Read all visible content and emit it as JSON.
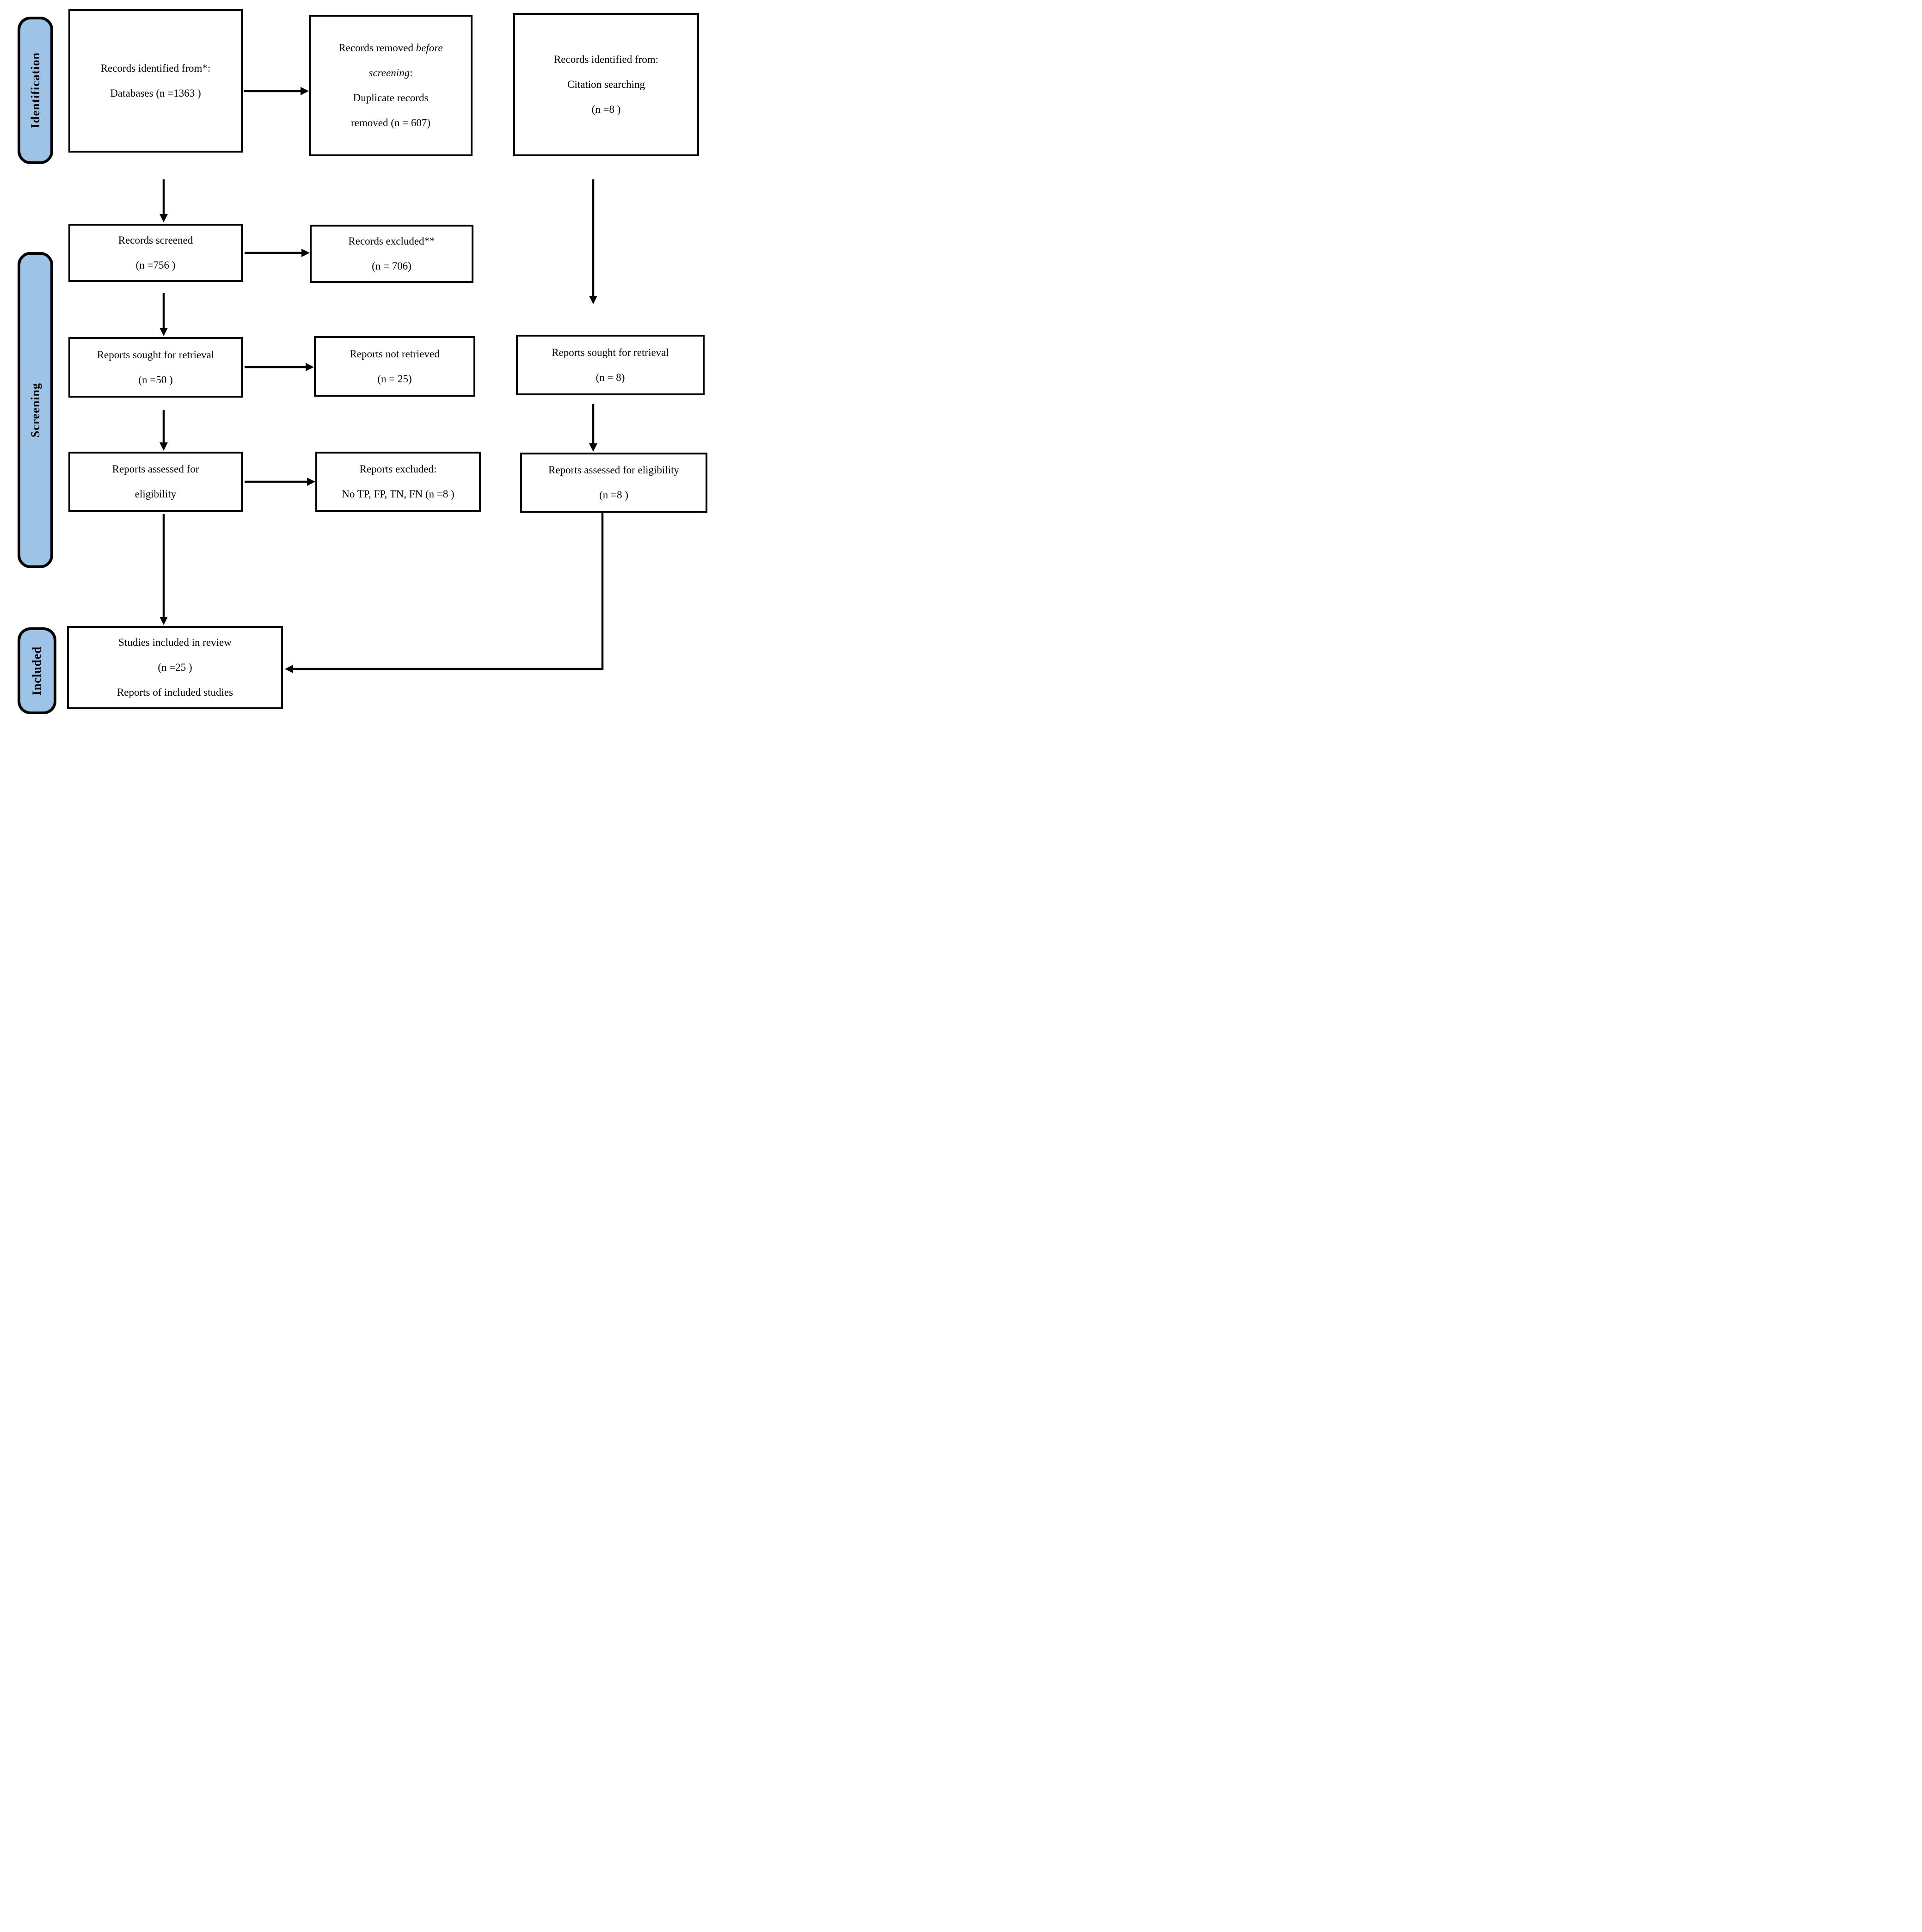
{
  "colors": {
    "sidebar_fill": "#9DC3E6",
    "line_color": "#000000",
    "background": "#FFFFFF"
  },
  "sidebar": {
    "identification": "Identification",
    "screening": "Screening",
    "included": "Included"
  },
  "boxes": {
    "records_identified": {
      "line1": "Records identified from*:",
      "line2": "Databases (n =1363 )"
    },
    "records_removed": {
      "line1_normal": "Records removed ",
      "line1_italic": "before",
      "line2_italic": "screening",
      "line2_normal": ":",
      "line3": "Duplicate records",
      "line4": "removed (n = 607)"
    },
    "citation_identified": {
      "line1": "Records identified from:",
      "line2": "Citation searching",
      "line3": "(n =8 )"
    },
    "records_screened": {
      "line1": "Records screened",
      "line2": "(n =756 )"
    },
    "records_excluded": {
      "line1": "Records excluded**",
      "line2": "(n = 706)"
    },
    "reports_sought_db": {
      "line1": "Reports sought for retrieval",
      "line2": "(n =50 )"
    },
    "reports_not_retrieved": {
      "line1": "Reports not retrieved",
      "line2": "(n = 25)"
    },
    "reports_sought_citation": {
      "line1": "Reports sought for retrieval",
      "line2": "(n = 8)"
    },
    "reports_assessed_db": {
      "line1": "Reports assessed for",
      "line2": "eligibility"
    },
    "reports_excluded": {
      "line1": "Reports excluded:",
      "line2": "No TP, FP, TN, FN (n =8 )"
    },
    "reports_assessed_citation": {
      "line1": "Reports assessed for eligibility",
      "line2": "(n =8 )"
    },
    "studies_included": {
      "line1": "Studies included in review",
      "line2": "(n =25 )",
      "line3": "Reports of included studies"
    }
  }
}
